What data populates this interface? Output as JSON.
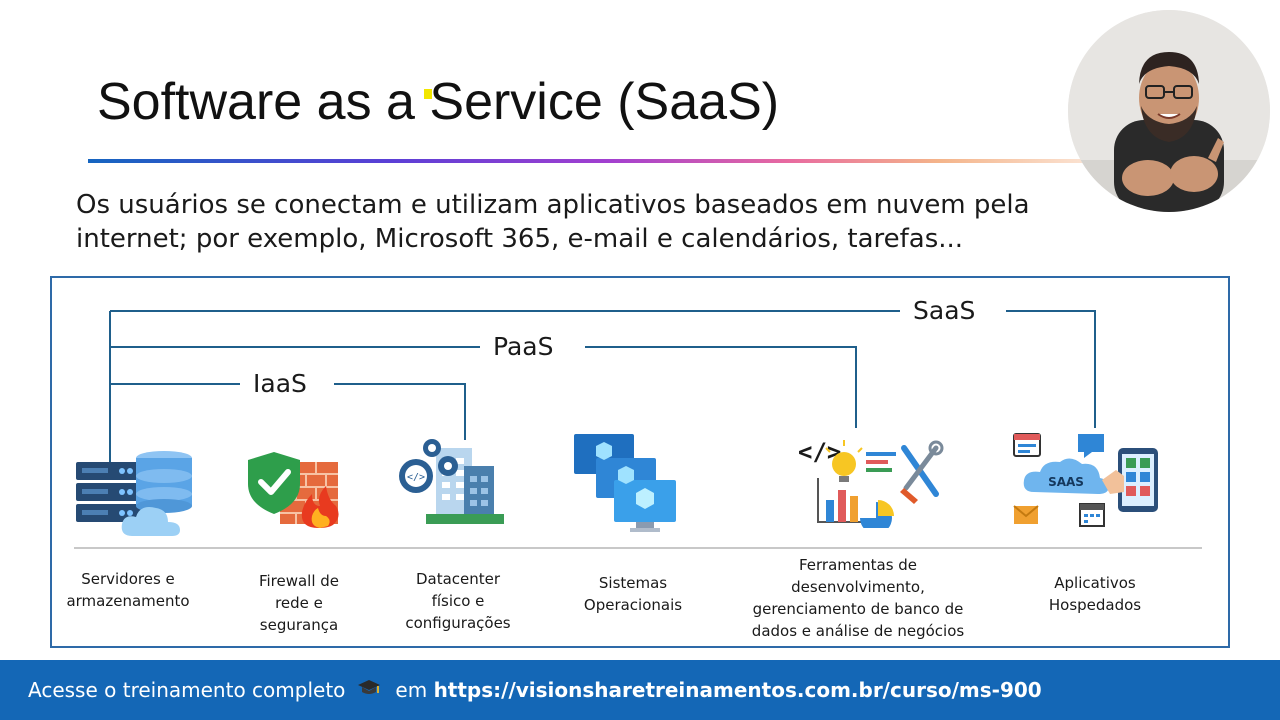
{
  "slide": {
    "title": "Software as a Service (SaaS)",
    "subtitle": "Os usuários se conectam e utilizam aplicativos baseados em nuvem pela internet; por exemplo, Microsoft 365, e-mail e calendários, tarefas..."
  },
  "diagram": {
    "layers": {
      "saas": "SaaS",
      "paas": "PaaS",
      "iaas": "IaaS"
    },
    "components": [
      {
        "caption": "Servidores e\narmazenamento",
        "icon": "server-storage-cloud-icon"
      },
      {
        "caption": "Firewall de\nrede e\nsegurança",
        "icon": "firewall-shield-icon"
      },
      {
        "caption": "Datacenter\nfísico e\nconfigurações",
        "icon": "datacenter-gears-icon"
      },
      {
        "caption": "Sistemas\nOperacionais",
        "icon": "virtual-machines-icon"
      },
      {
        "caption": "Ferramentas de\ndesenvolvimento,\ngerenciamento de banco de\ndados e análise de negócios",
        "icon": "dev-tools-analytics-icon"
      },
      {
        "caption": "Aplicativos\nHospedados",
        "icon": "saas-apps-icon"
      }
    ],
    "saas_icon_text": "SAAS",
    "code_icon_text": "</>"
  },
  "footer": {
    "prefix": "Acesse o treinamento completo",
    "middle": "em",
    "url": "https://visionsharetreinamentos.com.br/curso/ms-900"
  },
  "colors": {
    "footer_bg": "#1467b6",
    "frame_border": "#2e6aa8",
    "bracket_line": "#1f5f8b"
  }
}
